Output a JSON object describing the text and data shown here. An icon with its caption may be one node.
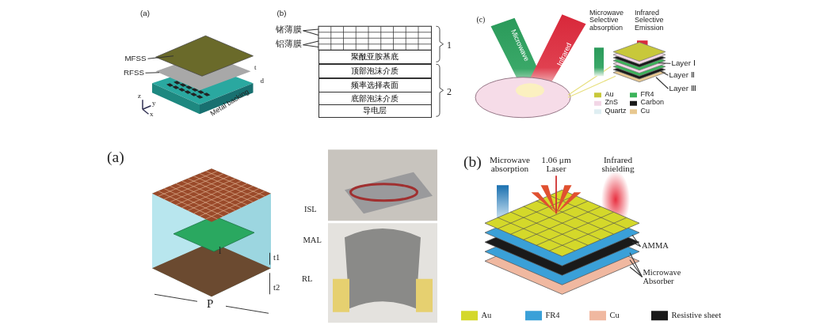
{
  "diagram": {
    "nodes": [
      {
        "text": [
          "锗薄膜"
        ]
      },
      {
        "text": [
          "铝薄膜"
        ]
      },
      {
        "text": [
          "聚酰亚胺基底"
        ]
      },
      {
        "text": [
          "顶部泡沫介质"
        ]
      },
      {
        "text": [
          "频率选择表面"
        ]
      },
      {
        "text": [
          "底部泡沫介质"
        ]
      },
      {
        "text": [
          "导电层"
        ]
      },
      {
        "text": [
          "MFSS"
        ]
      },
      {
        "text": [
          "RFSS"
        ]
      },
      {
        "text": [
          "Layer Ⅰ"
        ]
      },
      {
        "text": [
          "Layer Ⅱ"
        ]
      },
      {
        "text": [
          "Layer Ⅲ"
        ]
      },
      {
        "text": [
          "AMMA"
        ]
      },
      {
        "text": [
          "Microwave Absorber"
        ]
      },
      {
        "text": [],
        "shape": "box"
      },
      {
        "text": [],
        "shape": "picture"
      },
      {
        "text": [],
        "shape": "picture"
      },
      {
        "text": [],
        "shape": "picture"
      }
    ],
    "edges": [
      {
        "from": 0,
        "to": 14,
        "arrow": "none"
      },
      {
        "from": 0,
        "to": 14,
        "arrow": "none"
      },
      {
        "from": 1,
        "to": 14,
        "arrow": "none"
      },
      {
        "from": 1,
        "to": 14,
        "arrow": "none"
      },
      {
        "from": 7,
        "to": 17,
        "arrow": "none"
      },
      {
        "from": 8,
        "to": 17,
        "arrow": "none"
      },
      {
        "from": 9,
        "to": 15,
        "arrow": "none"
      },
      {
        "from": 10,
        "to": 15,
        "arrow": "none"
      },
      {
        "from": 11,
        "to": 15,
        "arrow": "none"
      },
      {
        "from": 12,
        "to": 16,
        "arrow": "none"
      },
      {
        "from": 12,
        "to": 16,
        "arrow": "none"
      },
      {
        "from": 13,
        "to": 16,
        "arrow": "none"
      },
      {
        "from": 13,
        "to": 16,
        "arrow": "none"
      },
      {
        "from": 13,
        "to": 16,
        "arrow": "none"
      }
    ],
    "labels": [
      "(a)",
      "t",
      "d",
      "Metal backing",
      "z",
      "y",
      "x",
      "(b)",
      "1",
      "2",
      "(c)",
      "Microwave",
      "Infrared",
      "Microwave Selective absorption",
      "Infrared Selective Emission",
      "(a)",
      "ISL",
      "MAL",
      "l",
      "t1",
      "RL",
      "t2",
      "P",
      "(b)",
      "Microwave absorption",
      "1.06 μm Laser",
      "Infrared shielding"
    ],
    "legend": [
      {
        "text": "Au",
        "color": "#c8c83a"
      },
      {
        "text": "FR4",
        "color": "#3cb45a"
      },
      {
        "text": "ZnS",
        "color": "#f2d6e6"
      },
      {
        "text": "Carbon",
        "color": "#1a1a1a"
      },
      {
        "text": "Quartz",
        "color": "#dfeef2"
      },
      {
        "text": "Cu",
        "color": "#e8c890"
      },
      {
        "text": "Au",
        "color": "#d4d82a"
      },
      {
        "text": "FR4",
        "color": "#3aa0d8"
      },
      {
        "text": "Cu",
        "color": "#f0b8a0"
      },
      {
        "text": "Resistive sheet",
        "color": "#1a1a1a"
      }
    ]
  }
}
